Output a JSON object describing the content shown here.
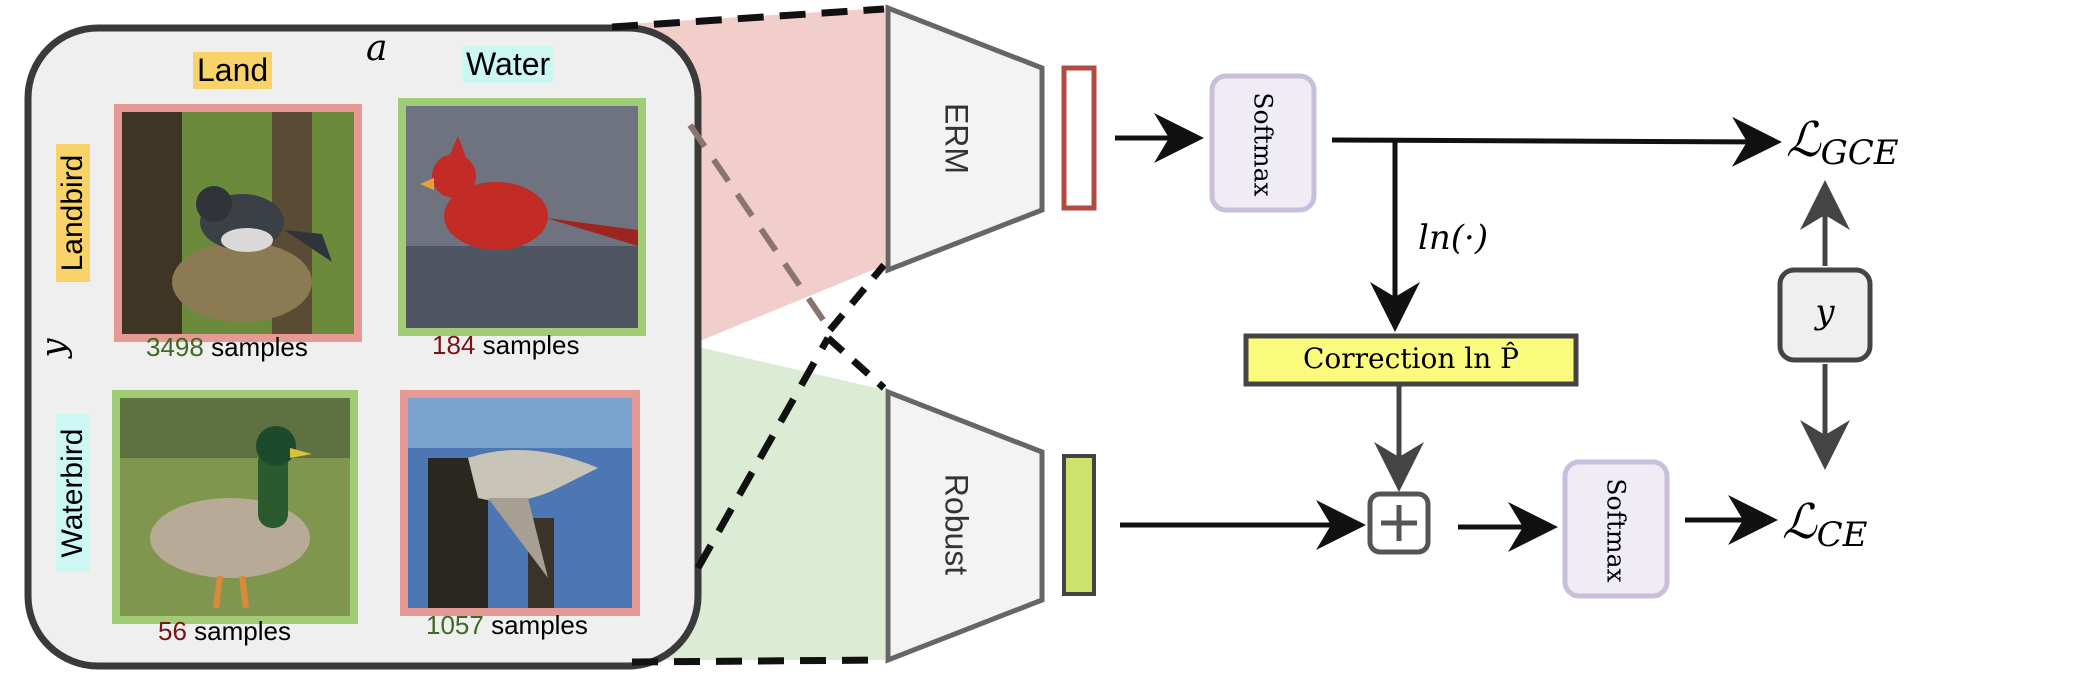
{
  "dataset": {
    "col_axis_label": "a",
    "row_axis_label": "y",
    "col_headers": [
      "Land",
      "Water"
    ],
    "row_headers": [
      "Landbird",
      "Waterbird"
    ],
    "cells": [
      {
        "count": "3498",
        "suffix": "samples",
        "border": "#e79a95",
        "count_color": "#3d6a21",
        "subject": "dark junco on a branch"
      },
      {
        "count": "184",
        "suffix": "samples",
        "border": "#9fcc74",
        "count_color": "#7a1515",
        "subject": "red cardinal over water"
      },
      {
        "count": "56",
        "suffix": "samples",
        "border": "#9fcc74",
        "count_color": "#7a1515",
        "subject": "mallard duck on grass"
      },
      {
        "count": "1057",
        "suffix": "samples",
        "border": "#e79a95",
        "count_color": "#3d6a21",
        "subject": "waterbird on a stump in water"
      }
    ]
  },
  "models": {
    "erm_label": "ERM",
    "robust_label": "Robust"
  },
  "pipeline": {
    "softmax_top": "Softmax",
    "softmax_bottom": "Softmax",
    "log_label": "ln(·)",
    "correction_label": "Correction ln P̂",
    "plus_symbol": "+",
    "y_label": "y",
    "loss_gce": "ℒ",
    "loss_gce_sub": "GCE",
    "loss_ce": "ℒ",
    "loss_ce_sub": "CE"
  },
  "colors": {
    "land_highlight": "#f7d36a",
    "water_highlight": "#ccf7f3",
    "erm_output": "#b24a43",
    "robust_output": "#cbe36a",
    "softmax_fill": "#f0ecf5",
    "softmax_border": "#c9bfdc",
    "correction_fill": "#fbfb7d",
    "erm_fan": "#f0c6c2",
    "robust_fan": "#d6e8cd"
  }
}
